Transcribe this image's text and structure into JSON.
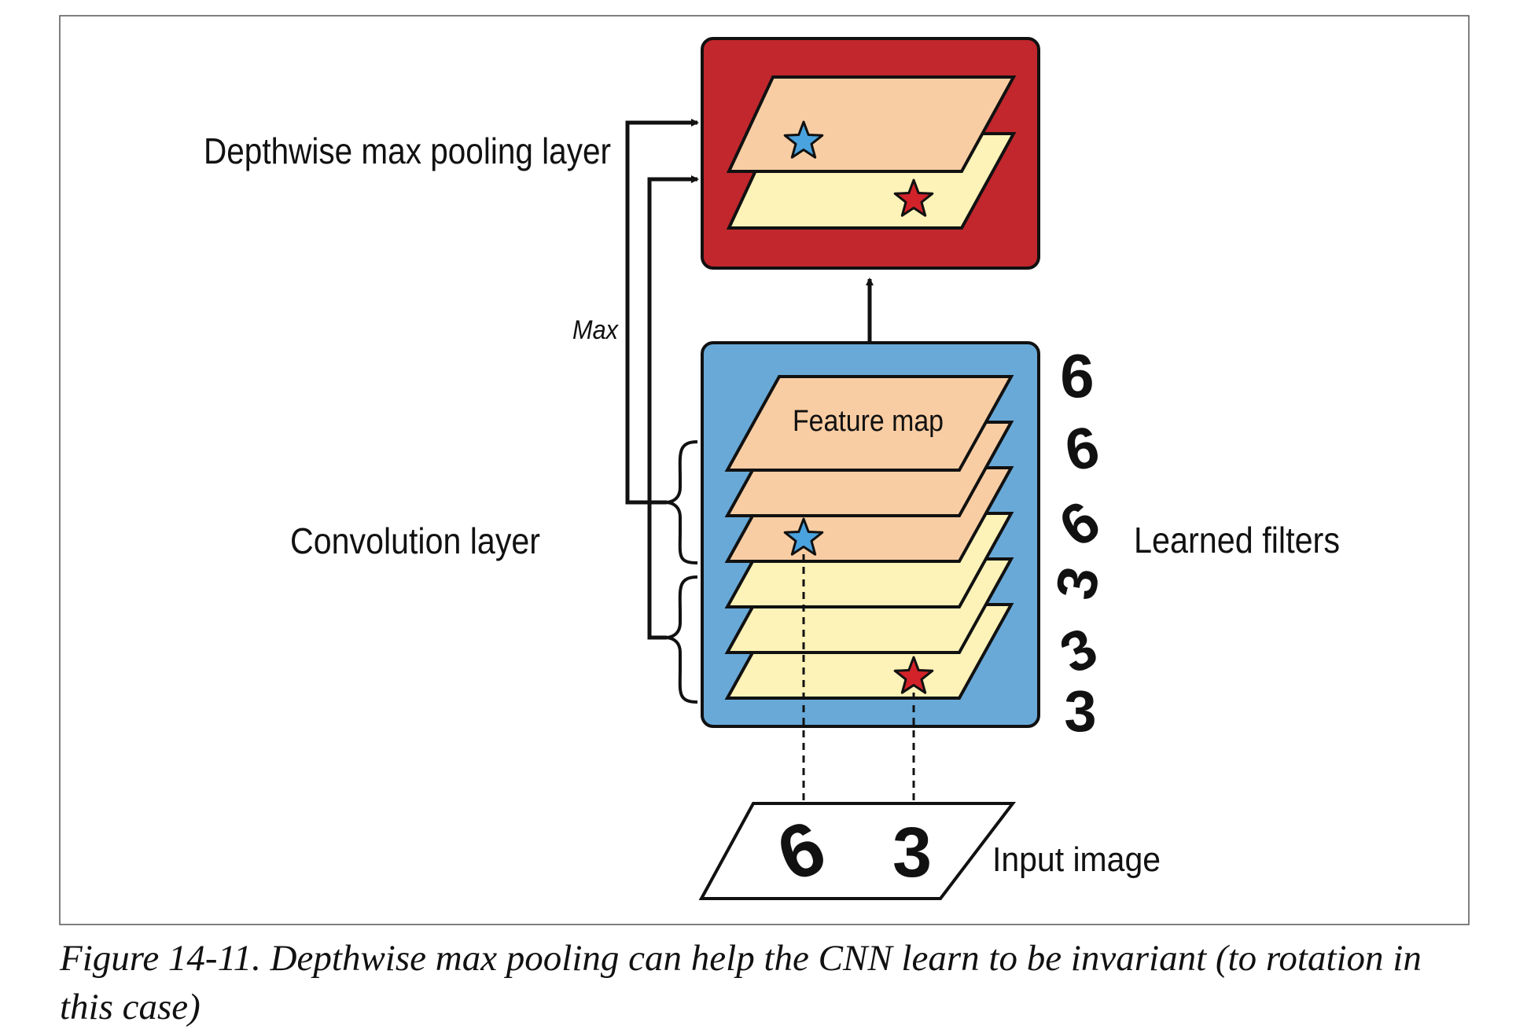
{
  "figure": {
    "labels": {
      "pooling_layer": "Depthwise max pooling layer",
      "max": "Max",
      "feature_map": "Feature map",
      "convolution_layer": "Convolution layer",
      "learned_filters": "Learned filters",
      "input_image": "Input image"
    },
    "filter_digits": [
      "6",
      "6",
      "6",
      "3",
      "3",
      "3"
    ],
    "input_digits": [
      "6",
      "3"
    ],
    "colors": {
      "pooling_box": "#c1272d",
      "conv_box": "#68a9d8",
      "feature_map_fill": "#f9cda3",
      "filter_fill": "#fdf2b7",
      "star_blue": "#4aa3df",
      "star_red": "#d2232a"
    }
  },
  "caption": "Figure 14-11. Depthwise max pooling can help the CNN learn to be invariant (to rotation in this case)"
}
